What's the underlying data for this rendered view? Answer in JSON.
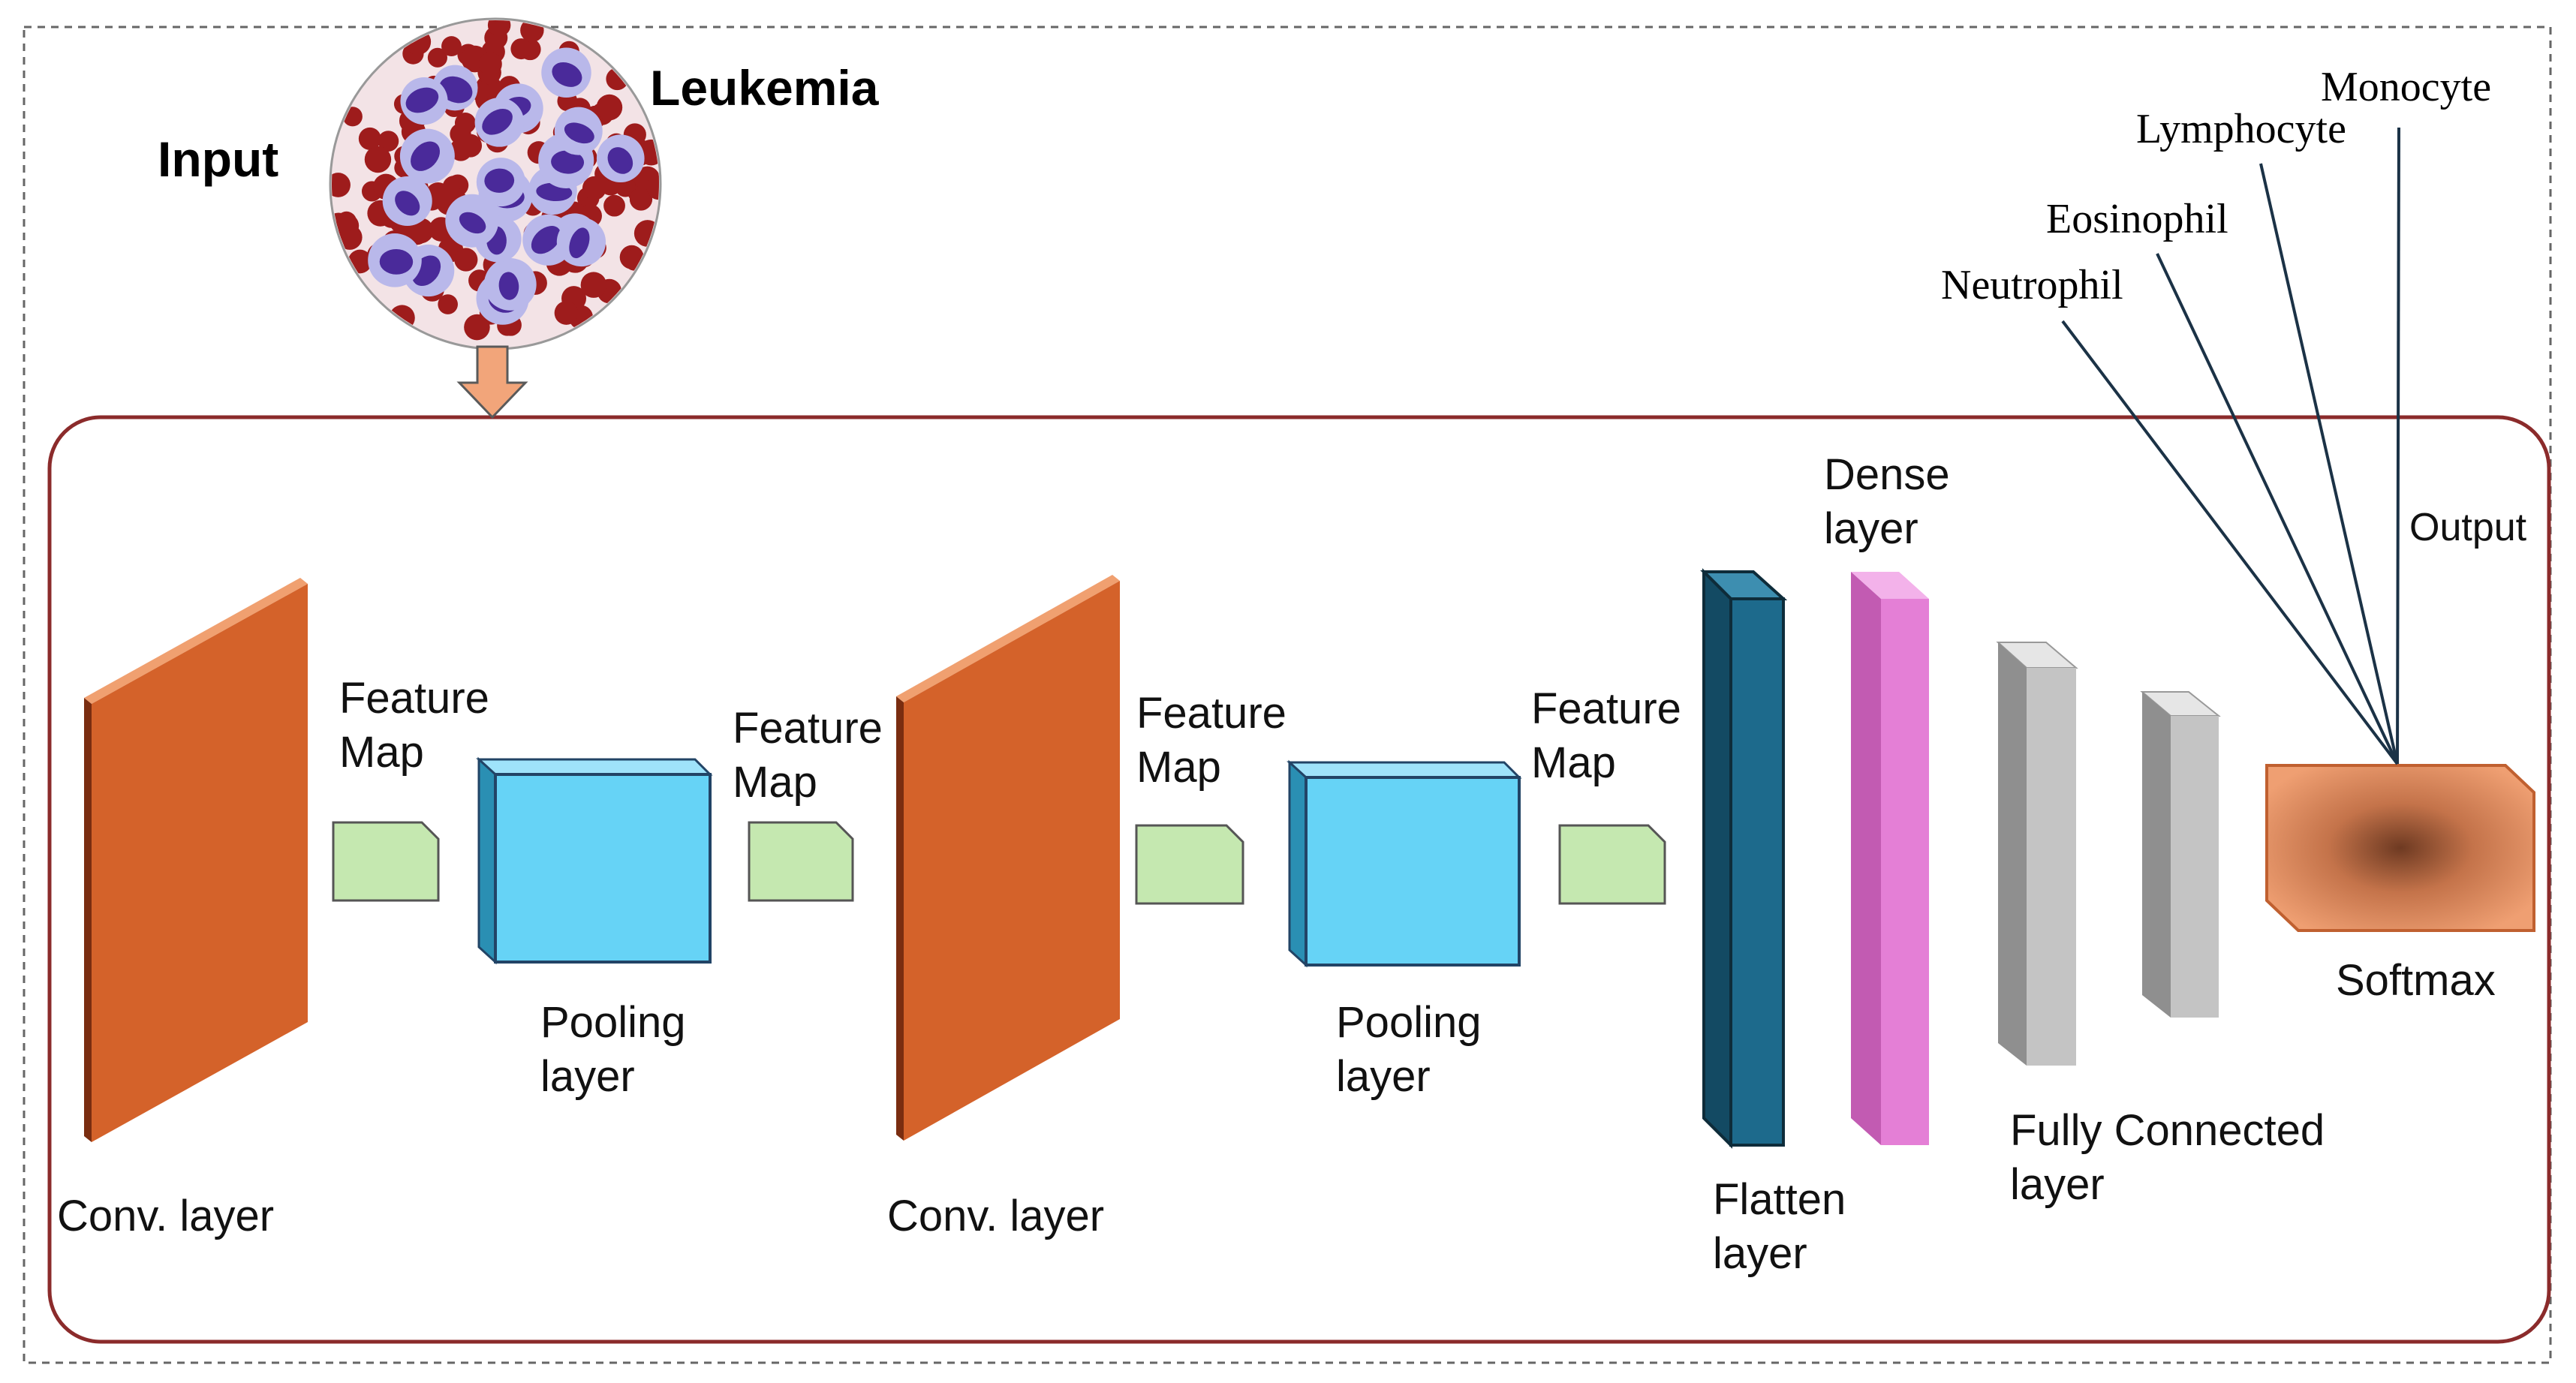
{
  "input": {
    "title": "Input",
    "image_caption": "Leukemia"
  },
  "layers": {
    "conv1": "Conv. layer",
    "conv2": "Conv. layer",
    "feature_map_1": [
      "Feature",
      "Map"
    ],
    "feature_map_2": [
      "Feature",
      "Map"
    ],
    "feature_map_3": [
      "Feature",
      "Map"
    ],
    "feature_map_4": [
      "Feature",
      "Map"
    ],
    "pooling1": [
      "Pooling",
      "layer"
    ],
    "pooling2": [
      "Pooling",
      "layer"
    ],
    "flatten": [
      "Flatten",
      "layer"
    ],
    "dense": [
      "Dense",
      "layer"
    ],
    "fully_connected": [
      "Fully Connected",
      "layer"
    ],
    "softmax": "Softmax"
  },
  "output": {
    "label": "Output",
    "classes": [
      "Neutrophil",
      "Eosinophil",
      "Lymphocyte",
      "Monocyte"
    ]
  },
  "colors": {
    "conv": "#d4622a",
    "feature_map": "#c5e8b0",
    "pooling": "#66d3f6",
    "flatten": "#1d6a8c",
    "dense": "#e47fd6",
    "fully_connected": "#c4c4c4",
    "softmax": "#ef9f72",
    "frame": "#8b2b2b",
    "arrow": "#f2a57a"
  }
}
